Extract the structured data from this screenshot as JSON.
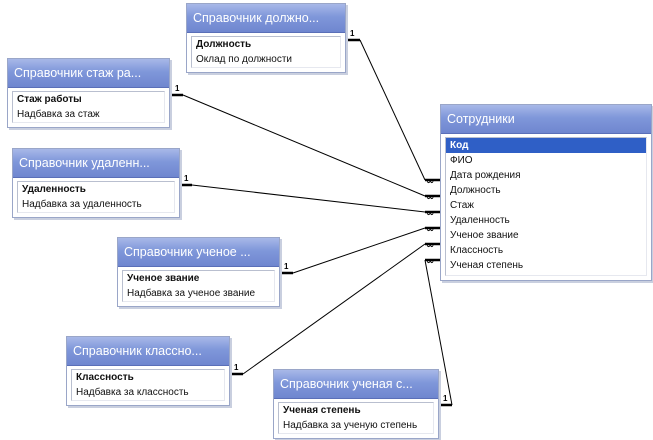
{
  "tables": {
    "dolzhnost": {
      "title": "Справочник должно...",
      "fields": [
        "Должность",
        "Оклад по должности"
      ]
    },
    "stazh": {
      "title": "Справочник стаж ра...",
      "fields": [
        "Стаж работы",
        "Надбавка за стаж"
      ]
    },
    "udalennost": {
      "title": "Справочник удаленн...",
      "fields": [
        "Удаленность",
        "Надбавка за удаленность"
      ]
    },
    "uchenoe_zvanie": {
      "title": "Справочник ученое ...",
      "fields": [
        "Ученое звание",
        "Надбавка за ученое звание"
      ]
    },
    "klassnost": {
      "title": "Справочник классно...",
      "fields": [
        "Классность",
        "Надбавка за классность"
      ]
    },
    "uchenaya_stepen": {
      "title": "Справочник ученая с...",
      "fields": [
        "Ученая степень",
        "Надбавка за ученую степень"
      ]
    },
    "sotrudniki": {
      "title": "Сотрудники",
      "fields": [
        "Код",
        "ФИО",
        "Дата рождения",
        "Должность",
        "Стаж",
        "Удаленность",
        "Ученое звание",
        "Классность",
        "Ученая степень"
      ]
    }
  },
  "relationships": {
    "one_label": "1",
    "many_label": "∞"
  }
}
